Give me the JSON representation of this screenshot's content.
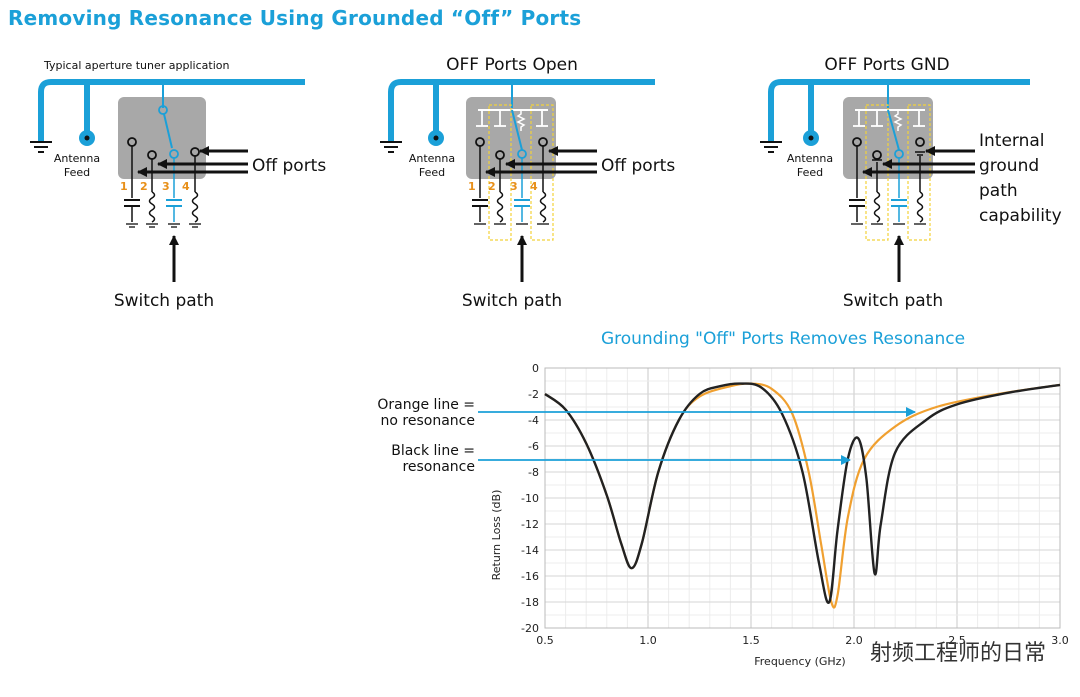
{
  "title": "Removing Resonance Using Grounded “Off” Ports",
  "panels": [
    {
      "heading": "Typical aperture tuner application",
      "antenna": [
        "Antenna",
        "Feed"
      ],
      "arrow_label": "Off ports",
      "switch_label": "Switch path"
    },
    {
      "heading": "OFF Ports Open",
      "antenna": [
        "Antenna",
        "Feed"
      ],
      "arrow_label": "Off ports",
      "switch_label": "Switch path"
    },
    {
      "heading": "OFF Ports GND",
      "antenna": [
        "Antenna",
        "Feed"
      ],
      "arrow_label": [
        "Internal",
        "ground",
        "path",
        "capability"
      ],
      "switch_label": "Switch path"
    }
  ],
  "port_numbers": [
    "1",
    "2",
    "3",
    "4"
  ],
  "chart_annotations": {
    "orange": [
      "Orange line =",
      "no resonance"
    ],
    "black": [
      "Black line =",
      "resonance"
    ]
  },
  "watermark": "射频工程师的日常",
  "colors": {
    "accent_blue": "#1ba0d8",
    "orange": "#f0a030",
    "black": "#222222",
    "box_gray": "#a8a8a8",
    "port_orange": "#e8901a"
  },
  "chart_data": {
    "type": "line",
    "title": "Grounding \"Off\" Ports Removes Resonance",
    "xlabel": "Frequency (GHz)",
    "ylabel": "Return Loss (dB)",
    "xlim": [
      0.5,
      3.0
    ],
    "ylim": [
      -20,
      0
    ],
    "xticks": [
      "0.5",
      "1.0",
      "1.5",
      "2.0",
      "2.5",
      "3.0"
    ],
    "yticks": [
      "0",
      "-2",
      "-4",
      "-6",
      "-8",
      "-10",
      "-12",
      "-14",
      "-16",
      "-18",
      "-20"
    ],
    "grid": true,
    "series": [
      {
        "name": "Orange line",
        "color": "#f0a030",
        "points": [
          [
            0.5,
            -2.0
          ],
          [
            0.6,
            -3.2
          ],
          [
            0.7,
            -5.8
          ],
          [
            0.8,
            -9.8
          ],
          [
            0.87,
            -13.5
          ],
          [
            0.92,
            -15.4
          ],
          [
            0.97,
            -13.5
          ],
          [
            1.05,
            -8.0
          ],
          [
            1.15,
            -4.0
          ],
          [
            1.25,
            -2.2
          ],
          [
            1.4,
            -1.4
          ],
          [
            1.5,
            -1.2
          ],
          [
            1.6,
            -1.6
          ],
          [
            1.7,
            -3.5
          ],
          [
            1.78,
            -8.0
          ],
          [
            1.84,
            -13.5
          ],
          [
            1.89,
            -18.0
          ],
          [
            1.92,
            -17.5
          ],
          [
            1.97,
            -11.5
          ],
          [
            2.05,
            -7.0
          ],
          [
            2.2,
            -4.5
          ],
          [
            2.4,
            -3.0
          ],
          [
            2.7,
            -2.0
          ],
          [
            3.0,
            -1.3
          ]
        ]
      },
      {
        "name": "Black line",
        "color": "#222222",
        "points": [
          [
            0.5,
            -2.0
          ],
          [
            0.6,
            -3.2
          ],
          [
            0.7,
            -5.8
          ],
          [
            0.8,
            -9.8
          ],
          [
            0.87,
            -13.5
          ],
          [
            0.92,
            -15.4
          ],
          [
            0.97,
            -13.5
          ],
          [
            1.05,
            -8.0
          ],
          [
            1.15,
            -4.0
          ],
          [
            1.25,
            -2.0
          ],
          [
            1.35,
            -1.4
          ],
          [
            1.45,
            -1.2
          ],
          [
            1.55,
            -1.5
          ],
          [
            1.65,
            -3.5
          ],
          [
            1.75,
            -8.0
          ],
          [
            1.83,
            -15.0
          ],
          [
            1.88,
            -18.0
          ],
          [
            1.92,
            -12.5
          ],
          [
            1.97,
            -7.0
          ],
          [
            2.02,
            -5.4
          ],
          [
            2.06,
            -8.5
          ],
          [
            2.1,
            -15.8
          ],
          [
            2.13,
            -12.0
          ],
          [
            2.2,
            -6.5
          ],
          [
            2.35,
            -4.0
          ],
          [
            2.5,
            -2.8
          ],
          [
            2.75,
            -1.9
          ],
          [
            3.0,
            -1.3
          ]
        ]
      }
    ]
  }
}
